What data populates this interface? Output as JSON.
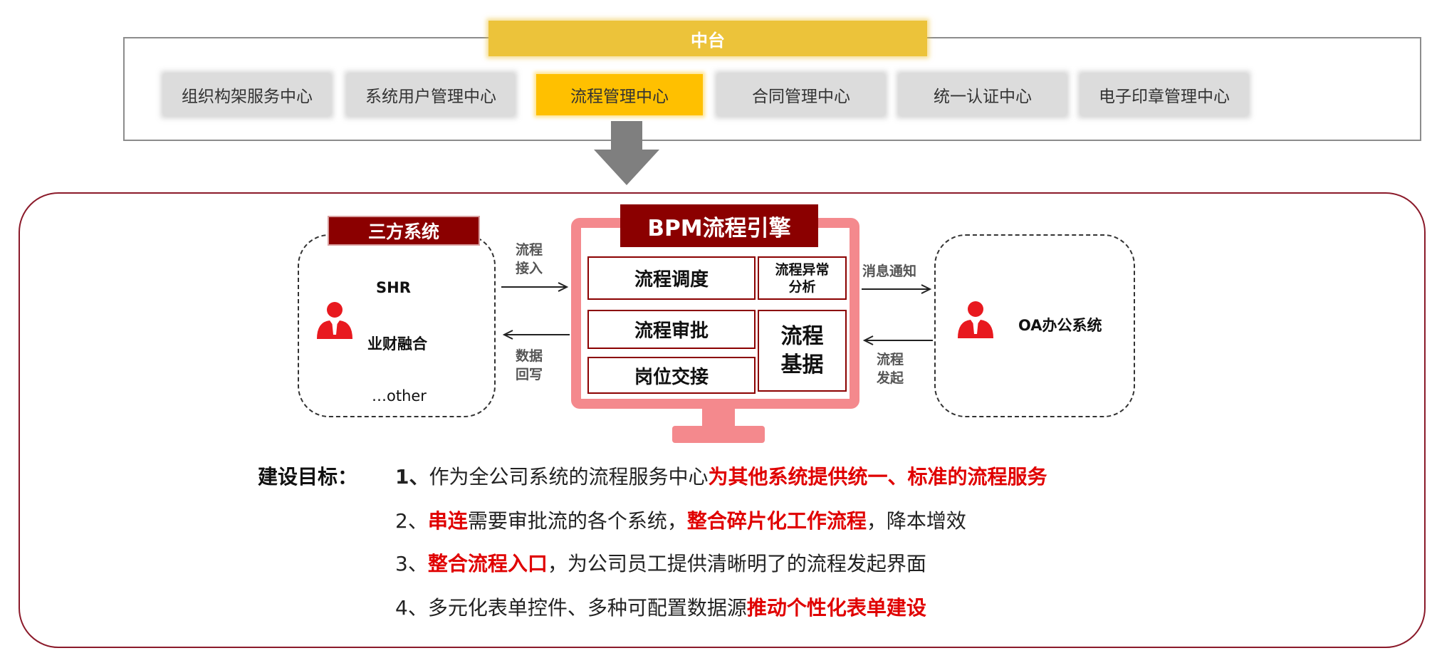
{
  "top": {
    "header": "中台",
    "modules": [
      {
        "label": "组织构架服务中心",
        "active": false
      },
      {
        "label": "系统用户管理中心",
        "active": false
      },
      {
        "label": "流程管理中心",
        "active": true
      },
      {
        "label": "合同管理中心",
        "active": false
      },
      {
        "label": "统一认证中心",
        "active": false
      },
      {
        "label": "电子印章管理中心",
        "active": false
      }
    ]
  },
  "third_party": {
    "label": "三方系统",
    "items": [
      "SHR",
      "业财融合",
      "…other"
    ]
  },
  "bpm": {
    "title": "BPM流程引擎",
    "cells": {
      "dispatch": "流程调度",
      "exception_line1": "流程异常",
      "exception_line2": "分析",
      "approval": "流程审批",
      "base_line1": "流程",
      "base_line2": "基据",
      "handover": "岗位交接"
    }
  },
  "oa": {
    "label": "OA办公系统"
  },
  "arrows": {
    "tp_to_bpm": [
      "流程",
      "接入"
    ],
    "bpm_to_tp": [
      "数据",
      "回写"
    ],
    "bpm_to_oa": "消息通知",
    "oa_to_bpm": [
      "流程",
      "发起"
    ]
  },
  "goals": {
    "title": "建设目标：",
    "items": [
      {
        "num": "1、",
        "parts": [
          {
            "t": "作为全公司系统的流程服务中心",
            "h": false
          },
          {
            "t": "为其他系统提供统一、标准的流程服务",
            "h": true
          }
        ]
      },
      {
        "num": "2、",
        "parts": [
          {
            "t": "串连",
            "h": true
          },
          {
            "t": "需要审批流的各个系统，",
            "h": false
          },
          {
            "t": "整合碎片化工作流程",
            "h": true
          },
          {
            "t": "，降本增效",
            "h": false
          }
        ]
      },
      {
        "num": "3、",
        "parts": [
          {
            "t": "整合流程入口",
            "h": true
          },
          {
            "t": "，为公司员工提供清晰明了的流程发起界面",
            "h": false
          }
        ]
      },
      {
        "num": "4、",
        "parts": [
          {
            "t": "多元化表单控件、多种可配置数据源",
            "h": false
          },
          {
            "t": "推动个性化表单建设",
            "h": true
          }
        ]
      }
    ]
  },
  "colors": {
    "accent_gold": "#ecc33a",
    "active_module": "#ffc000",
    "dark_red": "#8b0000",
    "monitor_pink": "#f4898d",
    "highlight_red": "#e00000",
    "person_red": "#e8191f"
  }
}
